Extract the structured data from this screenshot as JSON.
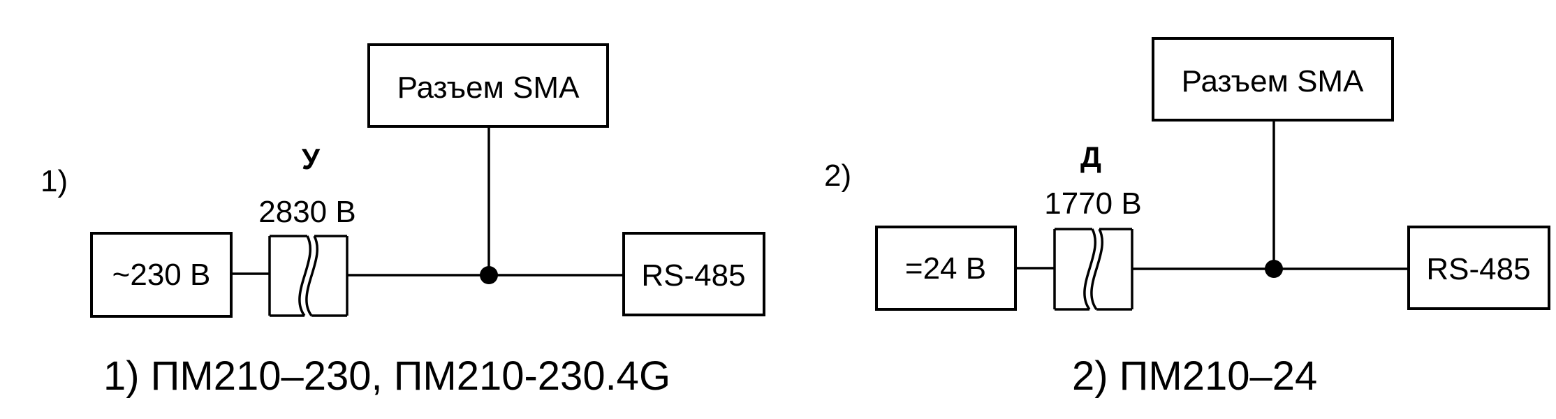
{
  "diagrams": [
    {
      "marker": "1)",
      "source_label": "~230 В",
      "isolation_class": "У",
      "isolation_voltage": "2830 В",
      "connector_label": "Разъем SMA",
      "interface_label": "RS-485",
      "caption": "1) ПМ210–230, ПМ210-230.4G"
    },
    {
      "marker": "2)",
      "source_label": "=24 В",
      "isolation_class": "Д",
      "isolation_voltage": "1770 В",
      "connector_label": "Разъем SMA",
      "interface_label": "RS-485",
      "caption": "2) ПМ210–24"
    }
  ]
}
